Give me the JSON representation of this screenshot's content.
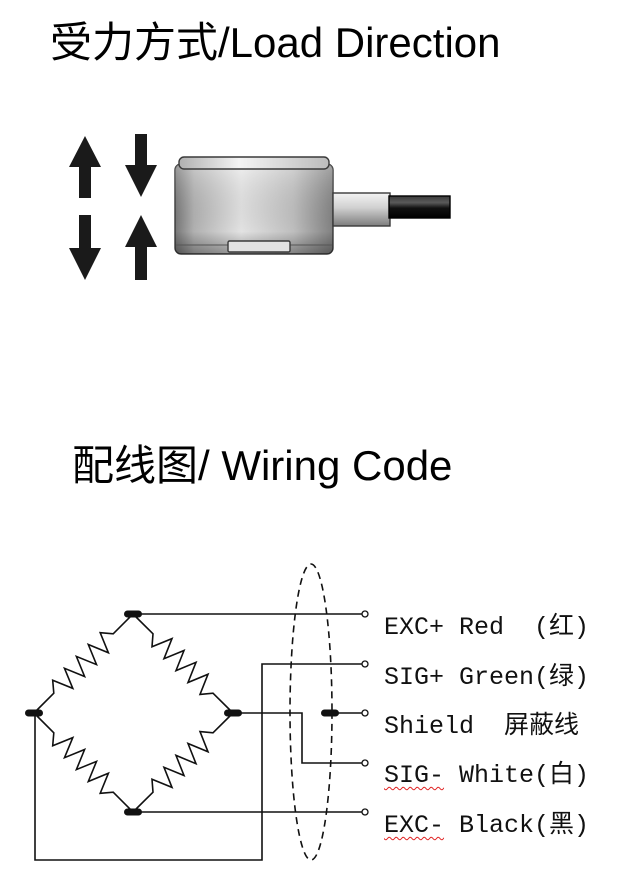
{
  "load_direction": {
    "title": "受力方式/Load Direction",
    "arrow_icons": [
      "arrow-up-icon",
      "arrow-down-icon",
      "arrow-down-icon",
      "arrow-up-icon"
    ]
  },
  "wiring": {
    "title": "配线图/ Wiring Code",
    "connections": [
      {
        "signal": "EXC+",
        "wire": "Red  (红)"
      },
      {
        "signal": "SIG+",
        "wire": "Green(绿)"
      },
      {
        "signal": "Shield",
        "wire": "屏蔽线"
      },
      {
        "signal": "SIG-",
        "wire": "White(白)"
      },
      {
        "signal": "EXC-",
        "wire": "Black(黑)"
      }
    ]
  },
  "colors": {
    "text": "#000000",
    "line": "#111111",
    "spellcheck_underline": "#e02020"
  }
}
